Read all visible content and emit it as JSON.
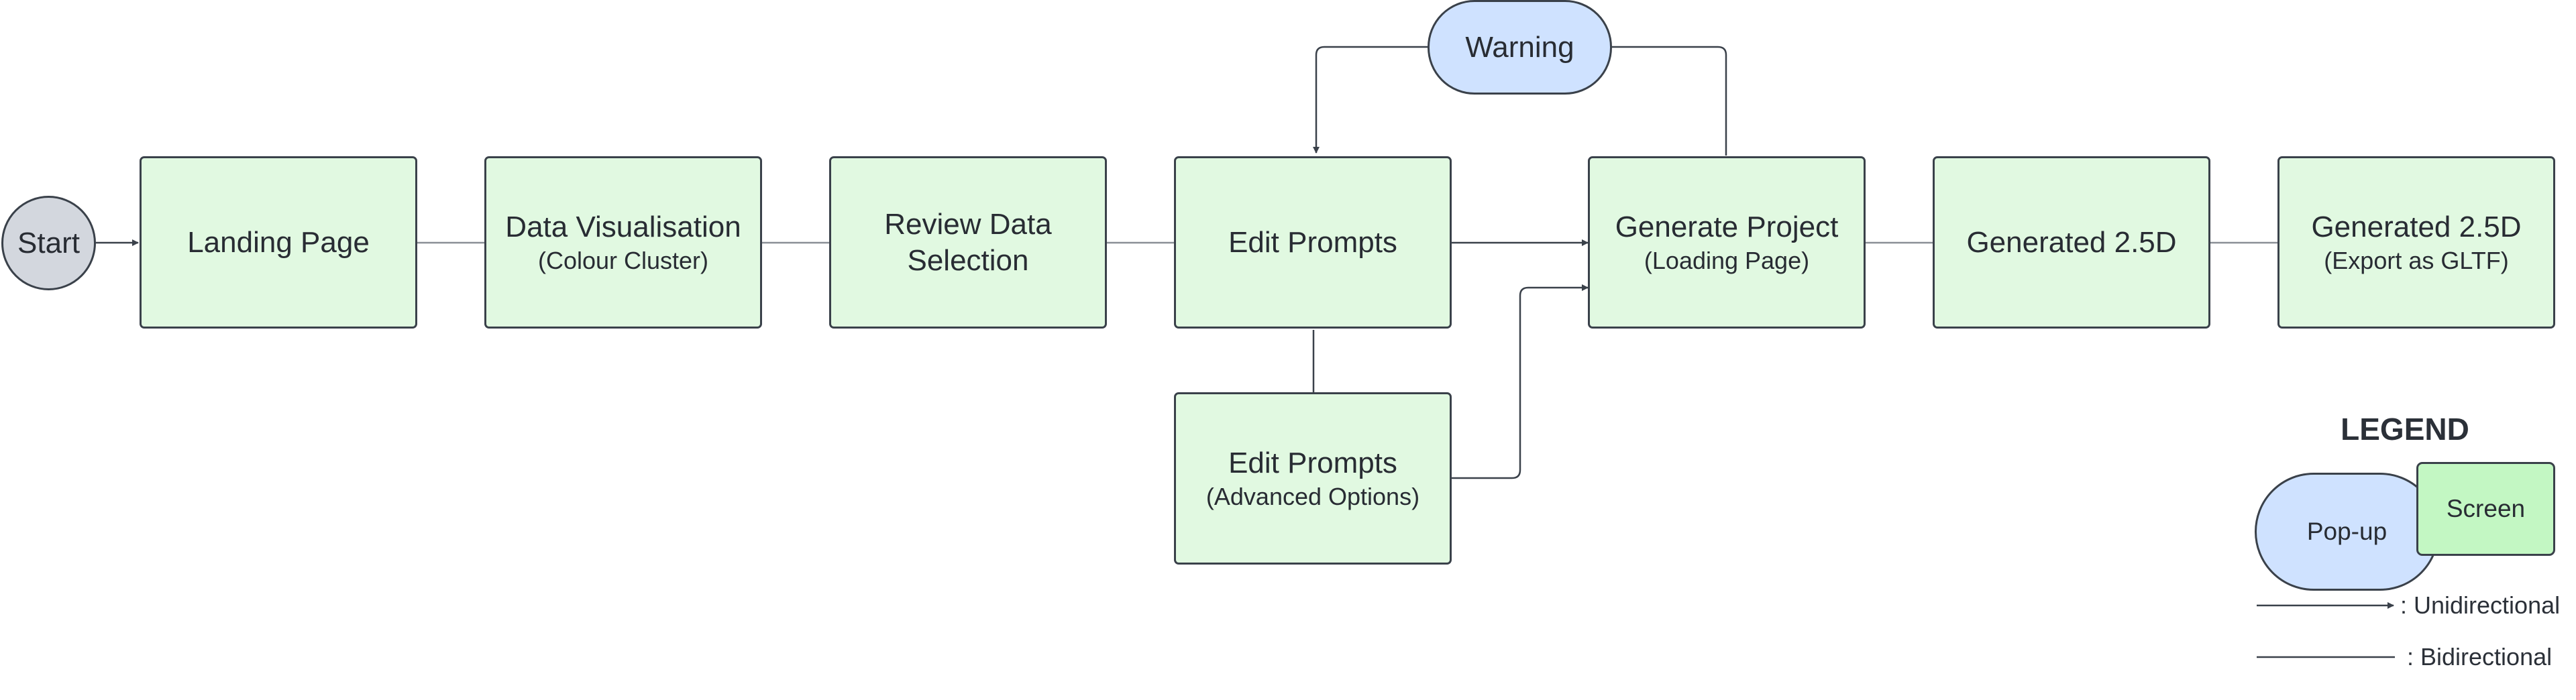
{
  "nodes": {
    "start": "Start",
    "landing": "Landing Page",
    "data_vis": {
      "title": "Data Visualisation",
      "subtitle": "(Colour Cluster)"
    },
    "review": {
      "line1": "Review Data",
      "line2": "Selection"
    },
    "edit_prompts": "Edit Prompts",
    "edit_prompts_adv": {
      "title": "Edit Prompts",
      "subtitle": "(Advanced Options)"
    },
    "warning": "Warning",
    "generate": {
      "title": "Generate Project",
      "subtitle": "(Loading Page)"
    },
    "generated": "Generated 2.5D",
    "generated_export": {
      "title": "Generated 2.5D",
      "subtitle": "(Export as GLTF)"
    }
  },
  "legend": {
    "title": "LEGEND",
    "popup_label": "Pop-up",
    "screen_label": "Screen",
    "unidirectional_label": ": Unidirectional",
    "bidirectional_label": ": Bidirectional"
  },
  "colors": {
    "screen_fill": "#e1f9e1",
    "popup_fill": "#cfe2ff",
    "start_fill": "#d3d7de",
    "legend_screen_fill": "#c3f7c3",
    "stroke": "#3a414a",
    "connector": "#8a8f96"
  },
  "connections": [
    {
      "from": "Start",
      "to": "Landing Page",
      "type": "unidirectional"
    },
    {
      "from": "Landing Page",
      "to": "Data Visualisation",
      "type": "bidirectional"
    },
    {
      "from": "Data Visualisation",
      "to": "Review Data Selection",
      "type": "bidirectional"
    },
    {
      "from": "Review Data Selection",
      "to": "Edit Prompts",
      "type": "bidirectional"
    },
    {
      "from": "Edit Prompts",
      "to": "Generate Project",
      "type": "unidirectional"
    },
    {
      "from": "Edit Prompts",
      "to": "Edit Prompts (Advanced Options)",
      "type": "bidirectional"
    },
    {
      "from": "Edit Prompts (Advanced Options)",
      "to": "Generate Project",
      "type": "unidirectional"
    },
    {
      "from": "Generate Project",
      "to": "Edit Prompts",
      "via": "Warning",
      "type": "unidirectional"
    },
    {
      "from": "Generate Project",
      "to": "Generated 2.5D",
      "type": "bidirectional"
    },
    {
      "from": "Generated 2.5D",
      "to": "Generated 2.5D (Export as GLTF)",
      "type": "bidirectional"
    }
  ]
}
